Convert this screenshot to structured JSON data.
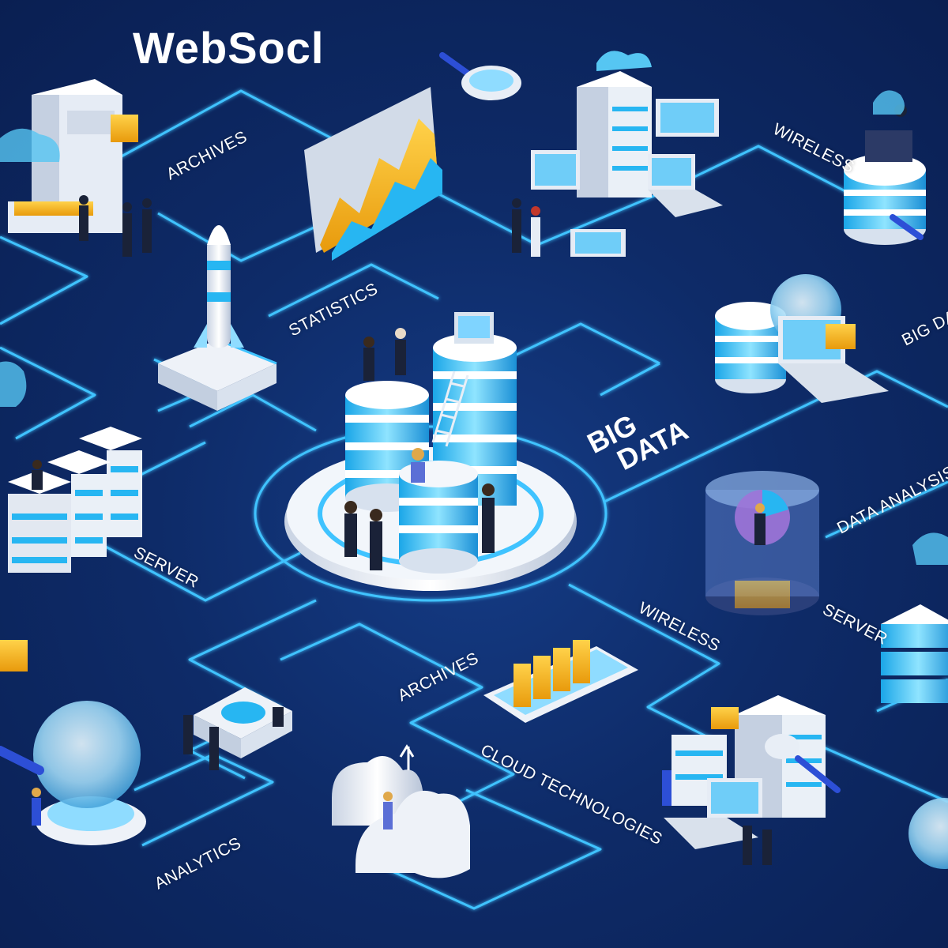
{
  "brand": "WebSocl",
  "center_title": {
    "line1": "BIG",
    "line2": "DATA"
  },
  "labels": {
    "archives_top": "ARCHIVES",
    "statistics": "STATISTICS",
    "wireless_top": "WIRELESS",
    "big_data_right": "BIG DATA",
    "server_left": "SERVER",
    "data_analysis": "DATA ANALYSIS",
    "wireless_mid": "WIRELESS",
    "server_right": "SERVER",
    "archives_bottom": "ARCHIVES",
    "cloud_technologies": "CLOUD TECHNOLOGIES",
    "analytics": "ANALYTICS"
  },
  "colors": {
    "background": "#0e2b68",
    "line": "#3fc3ff",
    "accent_blue": "#27b6f2",
    "accent_yellow": "#f6b81a",
    "device_white": "#eef2f8"
  }
}
